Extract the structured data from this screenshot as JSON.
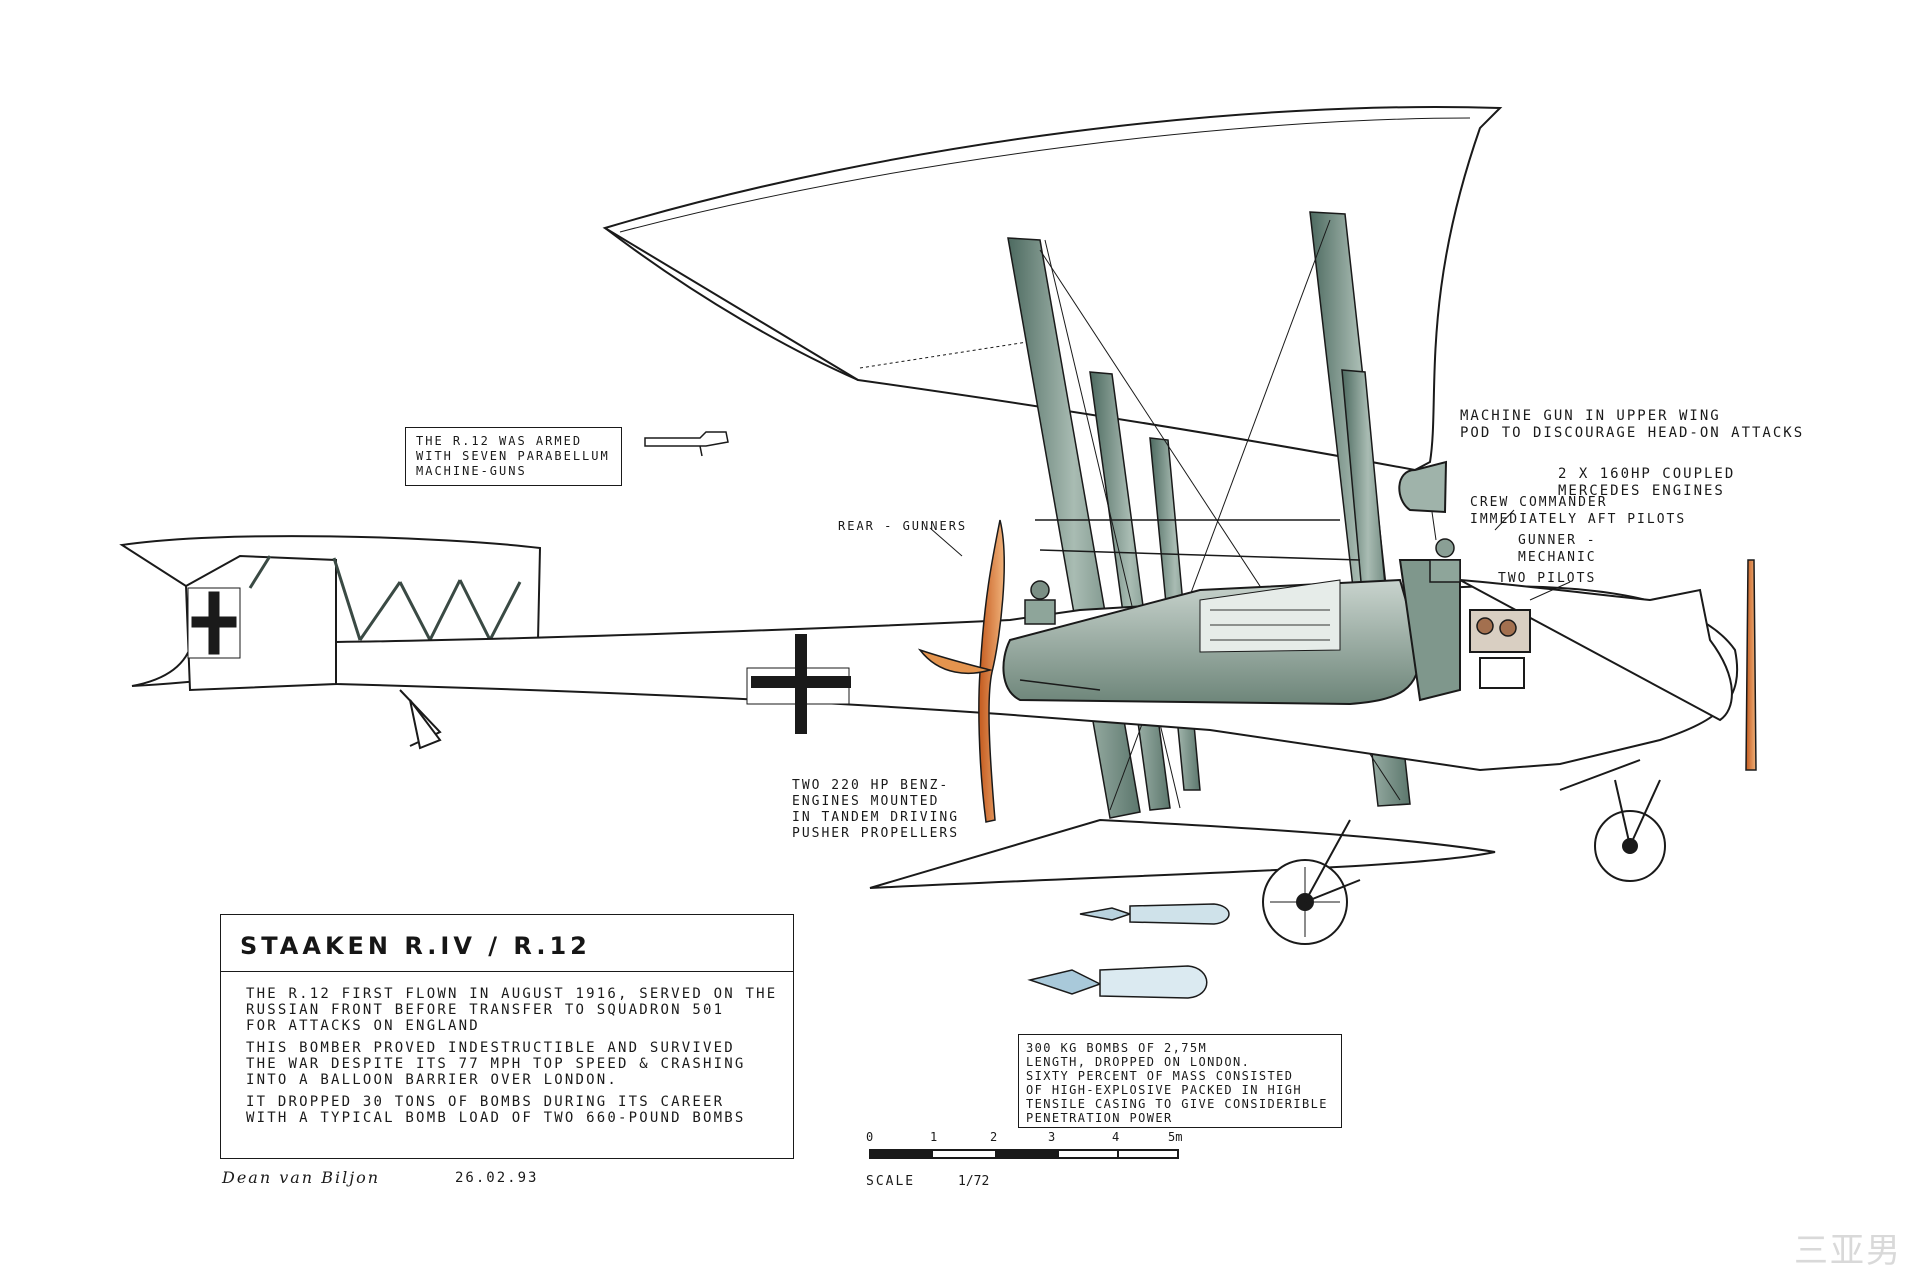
{
  "notes": {
    "armament": "THE R.12 WAS ARMED\nWITH SEVEN PARABELLUM\nMACHINE-GUNS",
    "wing_gun": "MACHINE GUN IN UPPER WING\nPOD TO DISCOURAGE HEAD-ON ATTACKS",
    "engines_front": "2 x 160HP COUPLED\nMERCEDES ENGINES",
    "crew_commander": "CREW COMMANDER\nIMMEDIATELY AFT PILOTS",
    "gunner": "GUNNER -\nMECHANIC",
    "rear_gunners": "REAR - GUNNERS",
    "two_pilots": "TWO PILOTS",
    "benz": "TWO 220 HP BENZ-\nENGINES MOUNTED\nIN TANDEM DRIVING\nPUSHER PROPELLERS",
    "bombs": "300 KG BOMBS OF 2,75m\nLENGTH, DROPPED ON LONDON.\nSIXTY PERCENT OF MASS CONSISTED\nOF HIGH-EXPLOSIVE PACKED IN HIGH\nTENSILE CASING TO GIVE CONSIDERIBLE\nPENETRATION POWER"
  },
  "title": "STAAKEN R.IV / R.12",
  "description": {
    "p1": "THE R.12 FIRST FLOWN IN AUGUST 1916, SERVED ON THE\nRUSSIAN FRONT BEFORE TRANSFER TO SQUADRON 501\nFOR ATTACKS ON ENGLAND",
    "p2": "THIS BOMBER PROVED INDESTRUCTIBLE AND SURVIVED\nTHE WAR DESPITE ITS 77 MPH TOP SPEED & CRASHING\nINTO A BALLOON BARRIER OVER LONDON.",
    "p3": "IT DROPPED 30 TONS OF BOMBS DURING ITS CAREER\nWITH A TYPICAL BOMB LOAD OF TWO 660-POUND BOMBS"
  },
  "signature": {
    "name": "Dean van Biljon",
    "date": "26.02.93"
  },
  "scale": {
    "ticks": [
      "0",
      "1",
      "2",
      "3",
      "4",
      "5m"
    ],
    "label": "SCALE",
    "ratio": "1/72"
  },
  "watermark": "三亚男",
  "colors": {
    "ink": "#1a1a1a",
    "strut_green": "#6f8a80",
    "propeller_orange": "#d9772e",
    "bomb_blue": "#a9c9da"
  }
}
